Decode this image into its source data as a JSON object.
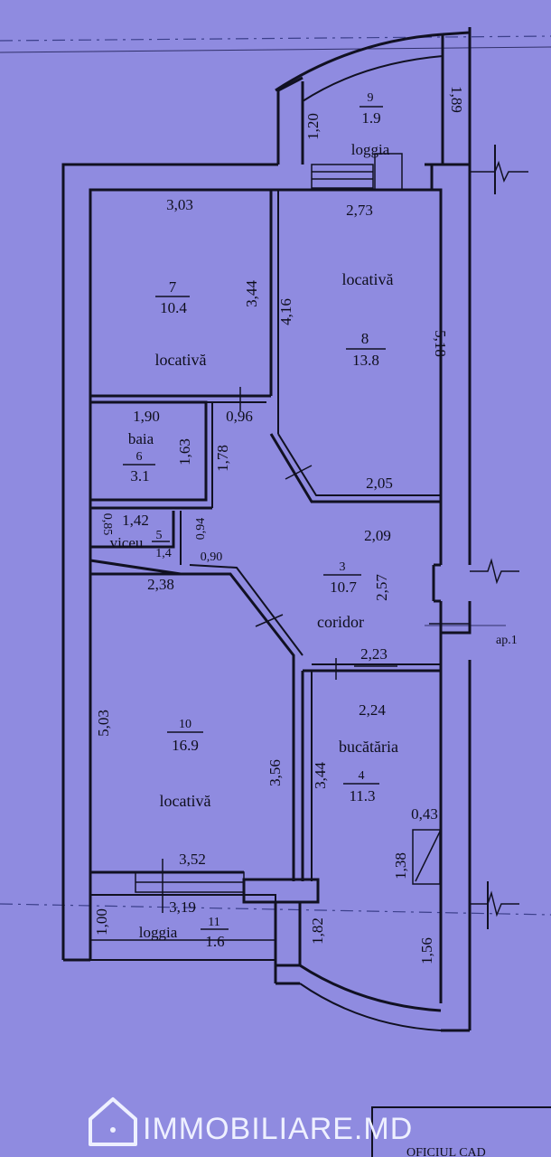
{
  "rooms": {
    "r9": {
      "number": "9",
      "area": "1.9"
    },
    "r7": {
      "number": "7",
      "area": "10.4",
      "name": "locativă"
    },
    "r8": {
      "number": "8",
      "area": "13.8",
      "name": "locativă"
    },
    "r6": {
      "number": "6",
      "area": "3.1",
      "name": "baia"
    },
    "r5": {
      "number": "5",
      "name": "viceu"
    },
    "r3": {
      "number": "3",
      "area": "10.7",
      "name": "coridor"
    },
    "r10": {
      "number": "10",
      "area": "16.9",
      "name": "locativă"
    },
    "r4": {
      "number": "4",
      "area": "11.3",
      "name": "bucătăria"
    },
    "r11": {
      "number": "11",
      "area": "1.6"
    }
  },
  "loggia_top": "loggia",
  "loggia_bottom": "loggia",
  "dimensions": {
    "d_303": "3,03",
    "d_273": "2,73",
    "d_344a": "3,44",
    "d_416": "4,16",
    "d_518": "5,18",
    "d_120": "1,20",
    "d_189": "1,89",
    "d_190": "1,90",
    "d_096": "0,96",
    "d_163": "1,63",
    "d_178": "1,78",
    "d_205": "2,05",
    "d_085": "0,85",
    "d_142": "1,42",
    "d_094": "0,94",
    "d_14": "1,4",
    "d_090": "0,90",
    "d_209": "2,09",
    "d_238": "2,38",
    "d_257": "2,57",
    "d_223": "2,23",
    "d_224": "2,24",
    "d_503": "5,03",
    "d_356": "3,56",
    "d_344b": "3,44",
    "d_043": "0,43",
    "d_138": "1,38",
    "d_352": "3,52",
    "d_319": "3,19",
    "d_100": "1,00",
    "d_182": "1,82",
    "d_156": "1,56"
  },
  "apartment_label": "ap.1",
  "watermark": "IMMOBILIARE.MD",
  "stamp_text": "OFICIUL CAD"
}
